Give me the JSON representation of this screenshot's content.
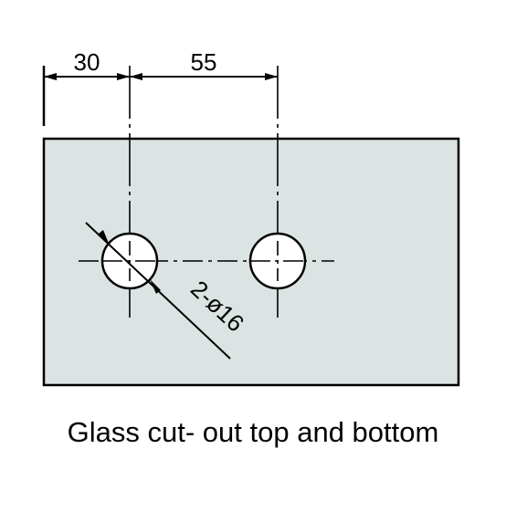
{
  "drawing": {
    "dimension_left": "30",
    "dimension_right": "55",
    "hole_callout": "2-ø16",
    "caption": "Glass cut- out top and bottom"
  },
  "colors": {
    "glass_fill": "#dbe3e3",
    "line": "#000000"
  }
}
